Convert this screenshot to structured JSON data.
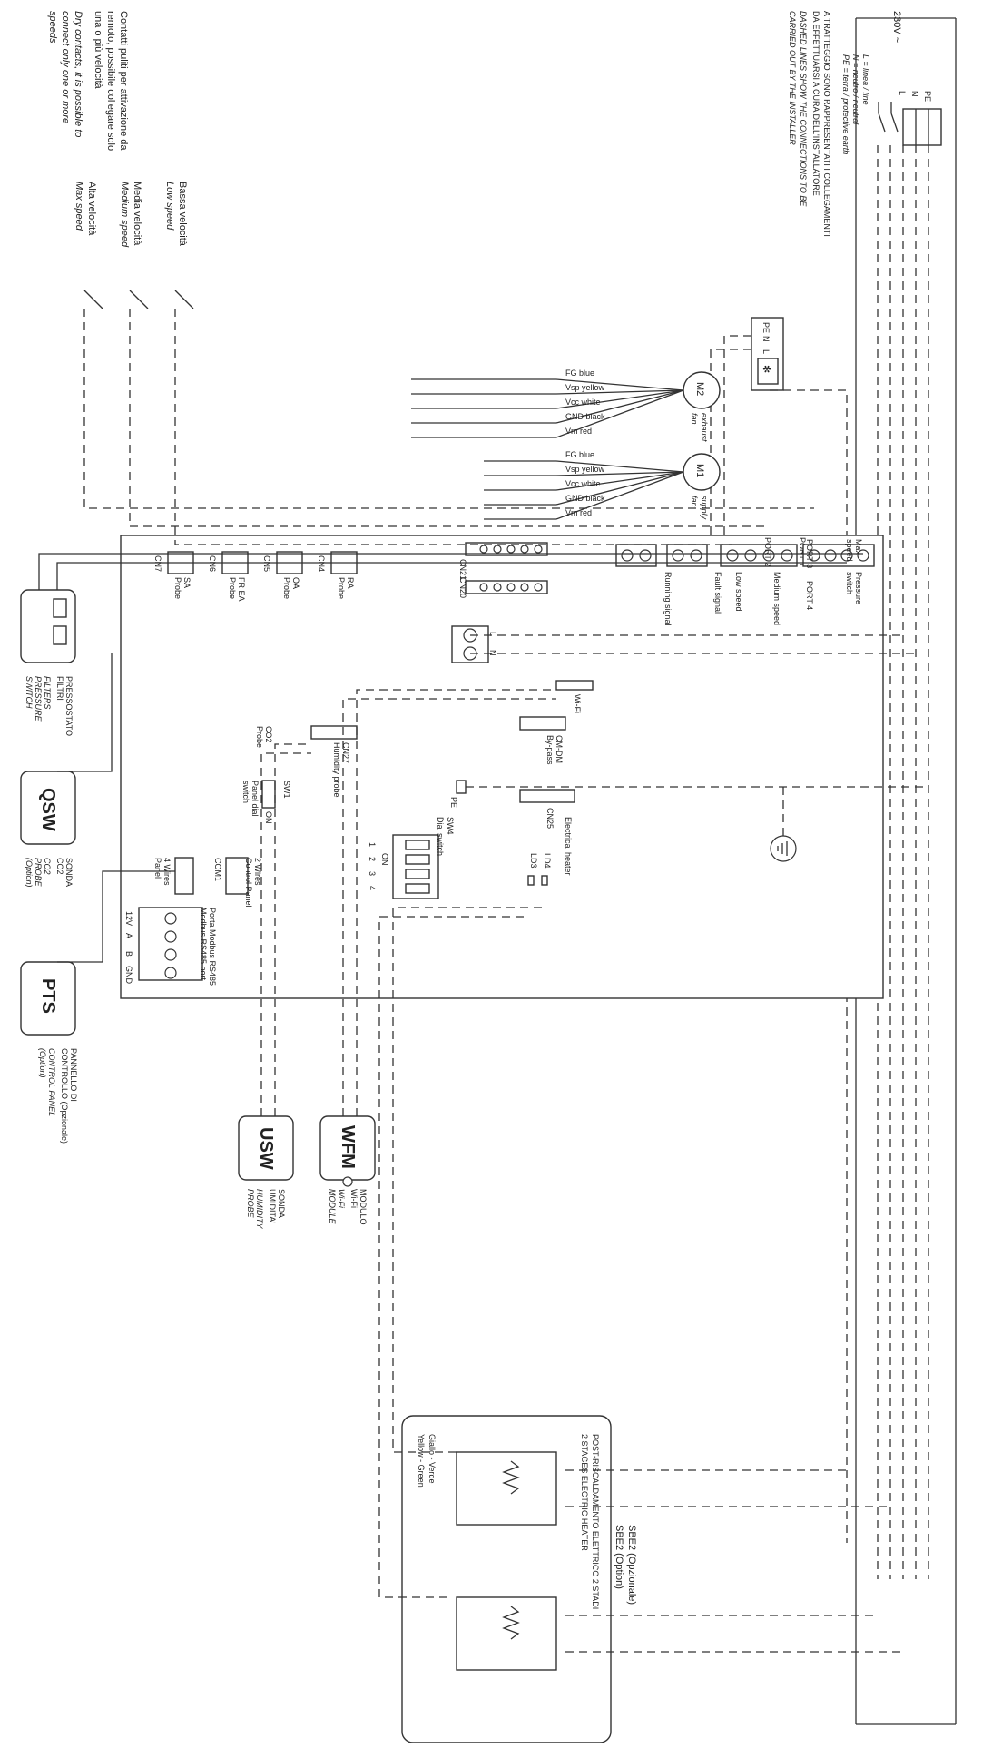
{
  "notes": {
    "it_1": "A TRATTEGGIO SONO RAPPRESENTATI I COLLEGAMENTI",
    "it_2": "DA EFFETTUARSI A CURA DELL'INSTALLATORE",
    "en_1": "DASHED LINES SHOW THE CONNECTIONS TO BE",
    "en_2": "CARRIED OUT BY THE INSTALLER"
  },
  "supply": {
    "voltage": "230V ~",
    "legend_line": "L = linea / line",
    "legend_neutral": "N = neutro / neutral",
    "legend_earth": "PE = terra / protective earth",
    "bus_labels": [
      "PE",
      "N",
      "L"
    ]
  },
  "speeds": {
    "intro_it": [
      "Contatti puliti per attivazione da",
      "remoto, possibile collegare solo",
      "una o più velocità"
    ],
    "intro_en": [
      "Dry contacts, it is possible to",
      "connect only one or more",
      "speeds"
    ],
    "low_it": "Bassa velocità",
    "low_en": "Low speed",
    "medium_it": "Media velocità",
    "medium_en": "Medium speed",
    "max_it": "Alta velocità",
    "max_en": "Max speed"
  },
  "fans": {
    "supply_code": "M1",
    "supply_label": [
      "supply",
      "fan"
    ],
    "exhaust_code": "M2",
    "exhaust_label": [
      "exhaust",
      "fan"
    ],
    "wires": [
      "Vm red",
      "GND black",
      "Vcc white",
      "Vsp yellow",
      "FG blue"
    ]
  },
  "board": {
    "cn21": "CN21",
    "cn20": "CN20",
    "running_signal": "Running signal",
    "fault_signal": "Fault signal",
    "low_speed": "Low speed",
    "medium_speed": "Medium speed",
    "max_speed": [
      "Max",
      "speed"
    ],
    "pressure_switch": [
      "Pressure",
      "switch"
    ],
    "ports": [
      "PORT 1",
      "PORT 2",
      "PORT 3",
      "PORT 4"
    ],
    "ln": [
      "L",
      "N"
    ],
    "pe": "PE",
    "wifi": "Wi-Fi",
    "cmdm": [
      "CM-DM",
      "By-pass"
    ],
    "cn25": "CN25",
    "ld4": "LD4",
    "ld3": "LD3",
    "electrical_heater": "Electrical heater",
    "sw4": [
      "SW4",
      "Dial switch"
    ],
    "dip_on": "ON",
    "dip_numbers": [
      "1",
      "2",
      "3",
      "4"
    ],
    "probes": [
      {
        "top": "RA",
        "bottom": "Probe",
        "cn": "CN4"
      },
      {
        "top": "OA",
        "bottom": "Probe",
        "cn": "CN5"
      },
      {
        "top": "FR EA",
        "bottom": "Probe",
        "cn": "CN6"
      },
      {
        "top": "SA",
        "bottom": "Probe",
        "cn": "CN7"
      }
    ],
    "cn27": [
      "CN27",
      "Humidity probe"
    ],
    "co2_probe": [
      "CO2",
      "Probe"
    ],
    "sw1": [
      "SW1",
      "Panel dial",
      "switch"
    ],
    "sw1_on": "ON",
    "wires2": [
      "2 Wires",
      "Control Panel",
      "COM1"
    ],
    "wires4": [
      "4 Wires",
      "Panel"
    ],
    "modbus": [
      "Porta Modbus RS485",
      "Modbus RS485 port"
    ],
    "modbus_pins": [
      "12V",
      "A",
      "B",
      "GND"
    ]
  },
  "periph": {
    "filters": [
      "PRESSOSTATO",
      "FILTRI",
      "FILTERS",
      "PRESSURE",
      "SWITCH"
    ],
    "qsw": "QSW",
    "co2": [
      "SONDA",
      "CO2",
      "CO2",
      "PROBE",
      "(Option)"
    ],
    "pts": "PTS",
    "panel": [
      "PANNELLO DI",
      "CONTROLLO (Opzionale)",
      "CONTROL PANEL",
      "(Option)"
    ],
    "usw": "USW",
    "humidity": [
      "SONDA",
      "UMIDITA'",
      "HUMIDITY",
      "PROBE"
    ],
    "wfm": "WFM",
    "wifi_mod": [
      "MODULO",
      "Wi-Fi",
      "Wi-Fi",
      "MODULE"
    ]
  },
  "heater": {
    "title_it": "SBE2 (Opzionale)",
    "title_en": "SBE2 (Option)",
    "desc_it": "POST-RISCALDAMENTO ELETTRICO 2 STADI",
    "desc_en": "2 STAGES ELECTRIC HEATER",
    "earth_it": "Giallo - Verde",
    "earth_en": "Yellow - Green"
  },
  "sensor": [
    "PE",
    "N",
    "L"
  ]
}
